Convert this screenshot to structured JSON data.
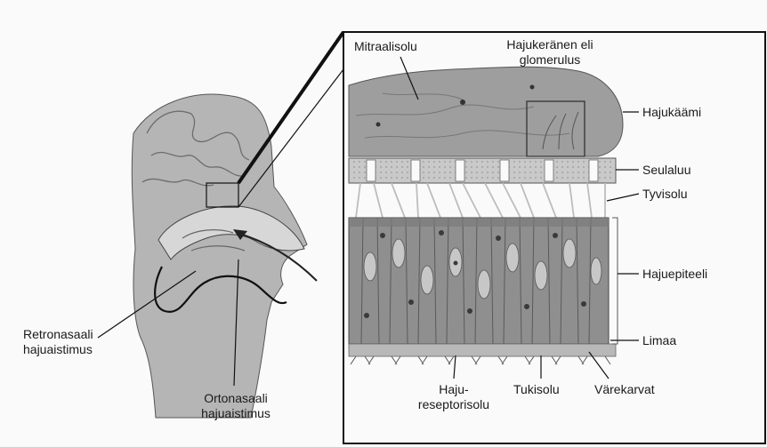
{
  "labels": {
    "mitraalisolu": "Mitraalisolu",
    "glomerulus": "Hajukeränen eli\nglomerulus",
    "hajukaami": "Hajukäämi",
    "seulaluu": "Seulaluu",
    "tyvisolu": "Tyvisolu",
    "hajuepiteeli": "Hajuepiteeli",
    "limaa": "Limaa",
    "hajureseptorisolu": "Haju-\nreseptorisolu",
    "tukisolu": "Tukisolu",
    "varekarvat": "Värekarvat",
    "retronasaali": "Retronasaali\nhajuaistimus",
    "ortonasaali": "Ortonasaali\nhajuaistimus"
  },
  "colors": {
    "background": "#fafafa",
    "line": "#111111",
    "tissue": "#9a9a9a",
    "tissue_light": "#c4c4c4",
    "tissue_dark": "#6b6b6b"
  }
}
